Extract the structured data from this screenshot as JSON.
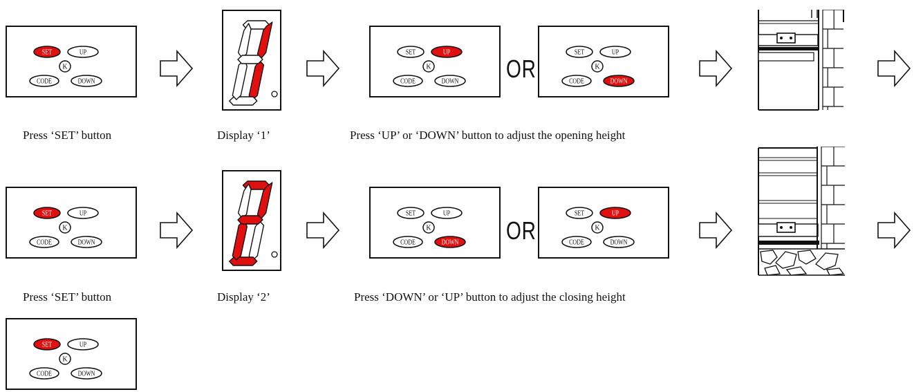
{
  "labels": {
    "set": "SET",
    "up": "UP",
    "k": "K",
    "code": "CODE",
    "down": "DOWN",
    "or": "OR"
  },
  "colors": {
    "highlight": "#e01010",
    "line": "#111111"
  },
  "keypads": [
    {
      "id": "r1-press-set",
      "highlight": [
        "set"
      ]
    },
    {
      "id": "r1-press-up",
      "highlight": [
        "up"
      ]
    },
    {
      "id": "r1-press-down",
      "highlight": [
        "down"
      ]
    },
    {
      "id": "r2-press-set",
      "highlight": [
        "set"
      ]
    },
    {
      "id": "r2-press-down",
      "highlight": [
        "down"
      ]
    },
    {
      "id": "r2-press-up",
      "highlight": [
        "up"
      ]
    },
    {
      "id": "r3-press-set",
      "highlight": [
        "set"
      ]
    }
  ],
  "digits": [
    {
      "id": "display-1",
      "lit_segments": [
        "b",
        "c"
      ],
      "shown_digit": "1"
    },
    {
      "id": "display-2",
      "lit_segments": [
        "a",
        "b",
        "g",
        "e",
        "d"
      ],
      "shown_digit": "2"
    }
  ],
  "doors": [
    {
      "id": "door-open",
      "state": "opening"
    },
    {
      "id": "door-closed",
      "state": "closing"
    }
  ],
  "captions": {
    "row1_set": "Press ‘SET’ button",
    "row1_display": "Display ‘1’",
    "row1_adjust": "Press ‘UP’ or ‘DOWN’ button to adjust the opening height",
    "row2_set": "Press ‘SET’ button",
    "row2_display": "Display ‘2’",
    "row2_adjust": "Press ‘DOWN’ or ‘UP’ button to adjust the closing height"
  },
  "icons": {
    "arrow": "right-hollow-arrow-icon"
  }
}
